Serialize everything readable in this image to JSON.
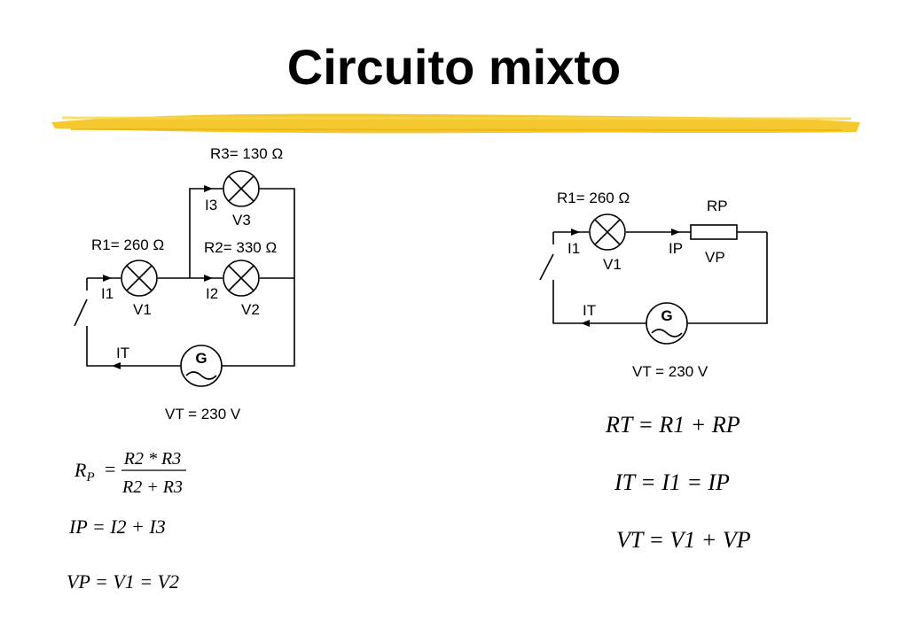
{
  "title": "Circuito mixto",
  "colors": {
    "highlighter": "#F5C21A",
    "ink": "#000000"
  },
  "left_circuit": {
    "r3": "R3= 130 Ω",
    "r1": "R1= 260 Ω",
    "r2": "R2= 330 Ω",
    "i3": "I3",
    "v3": "V3",
    "i1": "I1",
    "v1": "V1",
    "i2": "I2",
    "v2": "V2",
    "it": "IT",
    "g": "G",
    "vt": "VT = 230 V"
  },
  "right_circuit": {
    "r1": "R1= 260 Ω",
    "rp": "RP",
    "i1": "I1",
    "v1": "V1",
    "ip": "IP",
    "vp": "VP",
    "it": "IT",
    "g": "G",
    "vt": "VT = 230 V"
  },
  "formulas": {
    "rp": {
      "lhs": "R",
      "lhs_sub": "P",
      "num": "R2 * R3",
      "den": "R2 + R3"
    },
    "ip": "IP = I2 + I3",
    "vp": "VP = V1 = V2",
    "rt": "RT = R1 + RP",
    "it": "IT = I1 = IP",
    "vt": "VT = V1 + VP"
  }
}
